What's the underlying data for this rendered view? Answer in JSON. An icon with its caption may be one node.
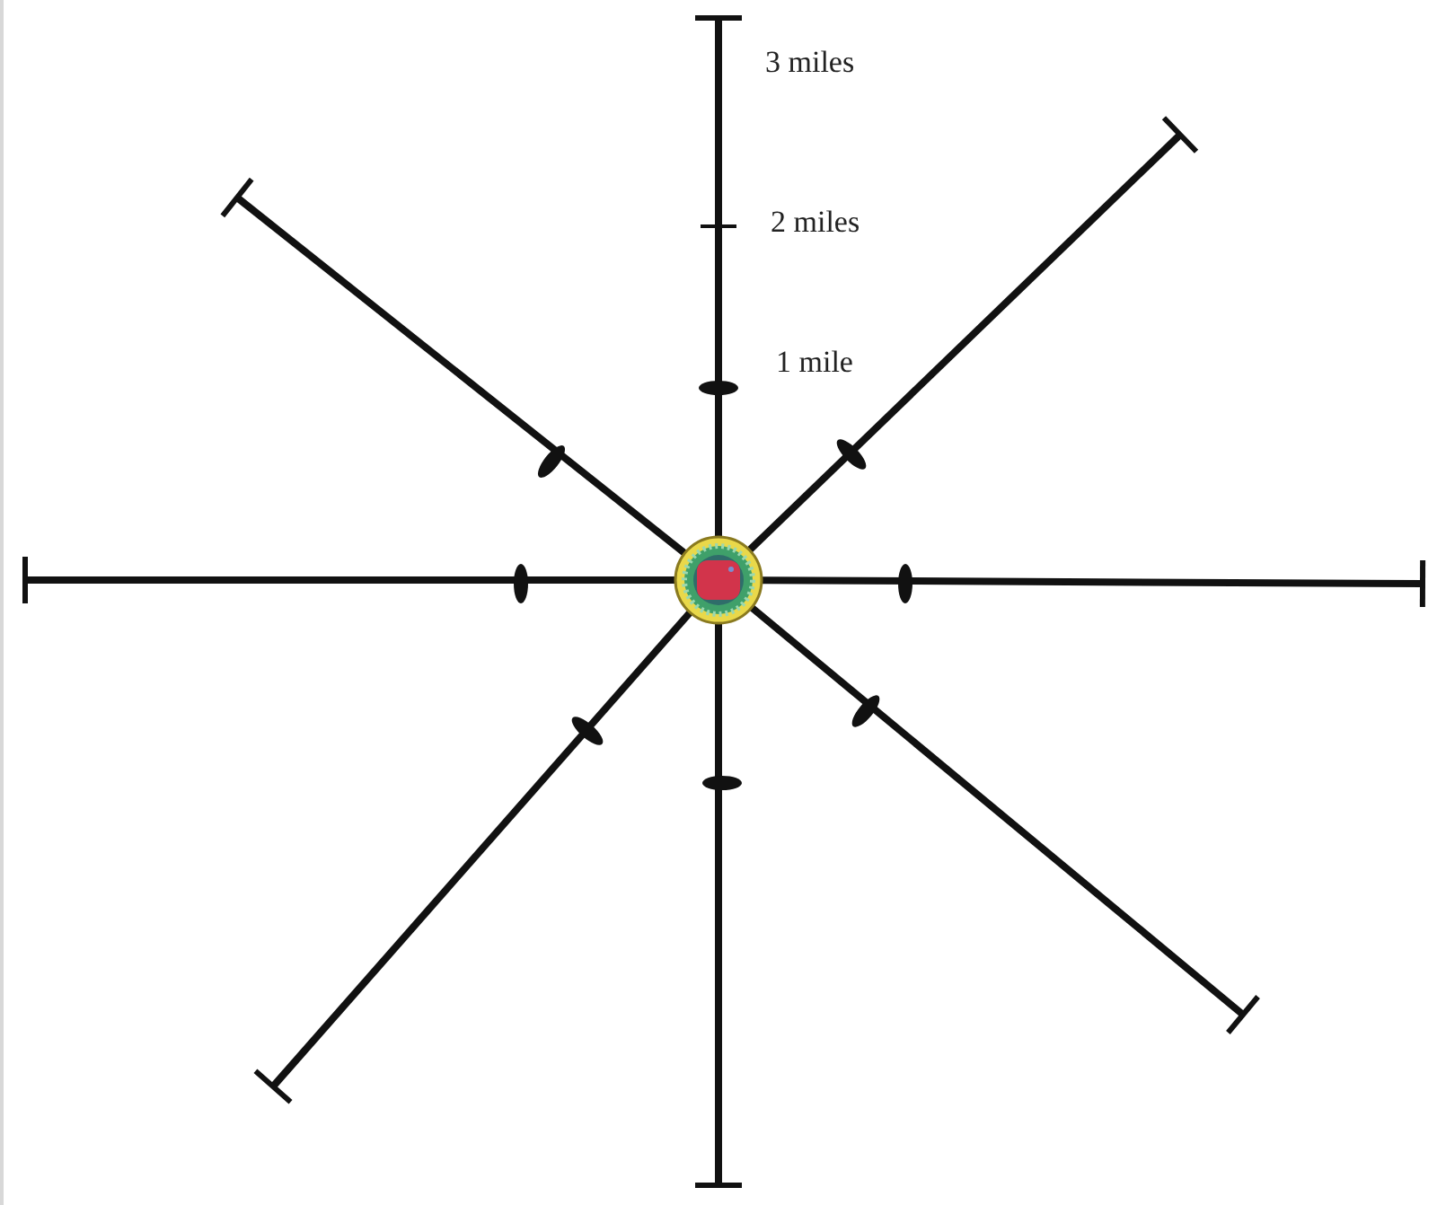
{
  "diagram": {
    "labels": [
      "3 miles",
      "2 miles",
      "1 mile"
    ]
  }
}
